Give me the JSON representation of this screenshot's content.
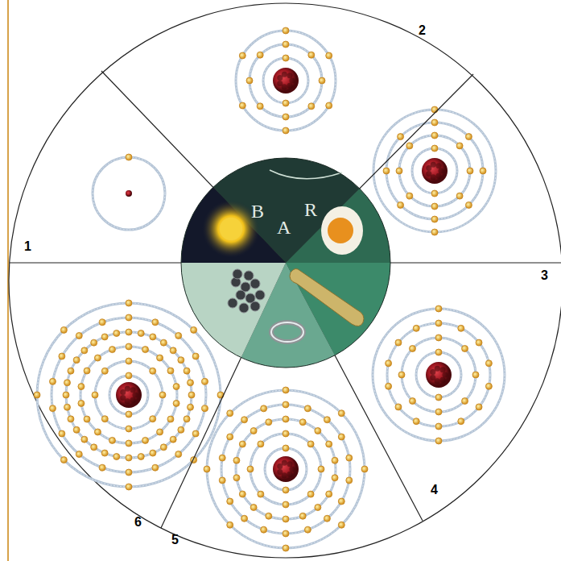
{
  "diagram": {
    "labels": [
      "1",
      "2",
      "3",
      "4",
      "5",
      "6",
      "B",
      "A",
      "R"
    ]
  }
}
